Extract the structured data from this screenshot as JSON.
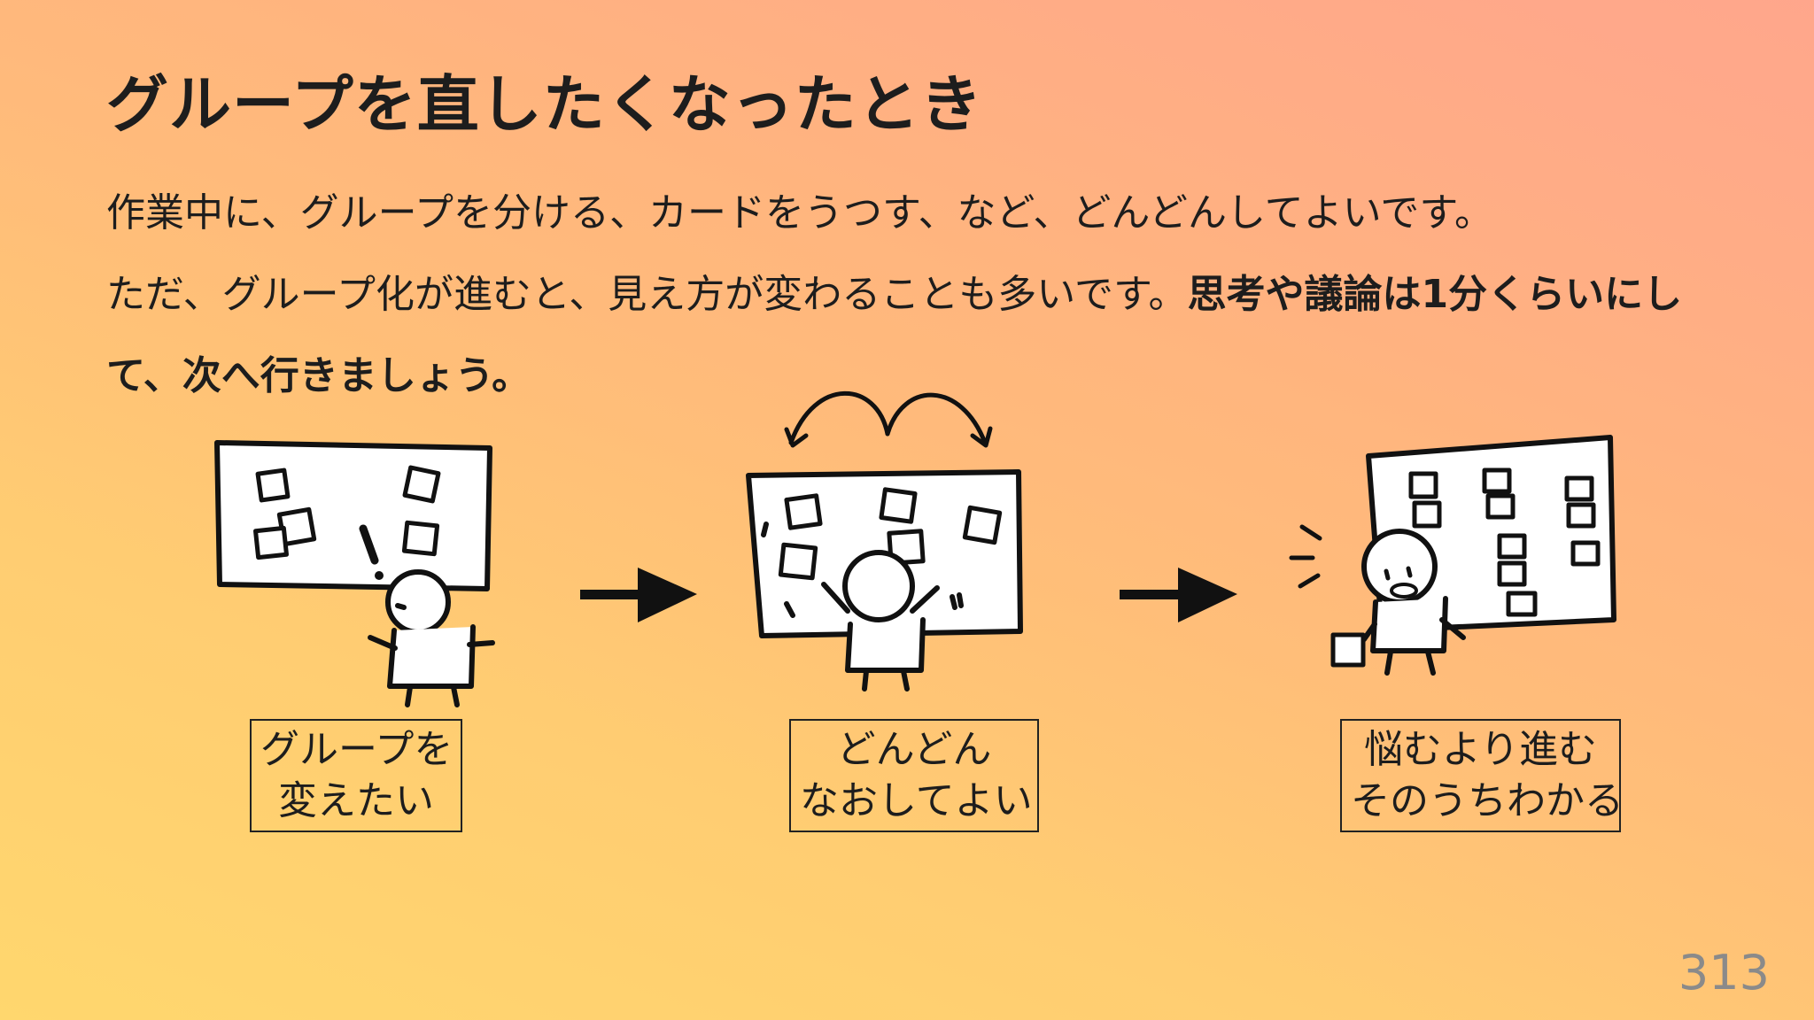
{
  "slide": {
    "title": "グループを直したくなったとき",
    "line1": "作業中に、グループを分ける、カードをうつす、など、どんどんしてよいです。",
    "line2_plain": "ただ、グループ化が進むと、見え方が変わることも多いです。",
    "line2_bold": "思考や議論は1分くらいにして、次へ行きましょう。",
    "page_number": "313"
  },
  "steps": [
    {
      "caption_line1": "グループを",
      "caption_line2": "変えたい",
      "illustration_icon": "person-noticing-board-icon"
    },
    {
      "caption_line1": "どんどん",
      "caption_line2": "なおしてよい",
      "illustration_icon": "person-rearranging-cards-icon"
    },
    {
      "caption_line1": "悩むより進む",
      "caption_line2": "そのうちわかる",
      "illustration_icon": "person-realizing-icon"
    }
  ],
  "connector_icon": "right-arrow-icon",
  "colors": {
    "gradient_top_right": "#ffa88c",
    "gradient_bottom_left": "#ffd76e",
    "text": "#1d1d1d",
    "page_number": "#8a8a8a"
  }
}
